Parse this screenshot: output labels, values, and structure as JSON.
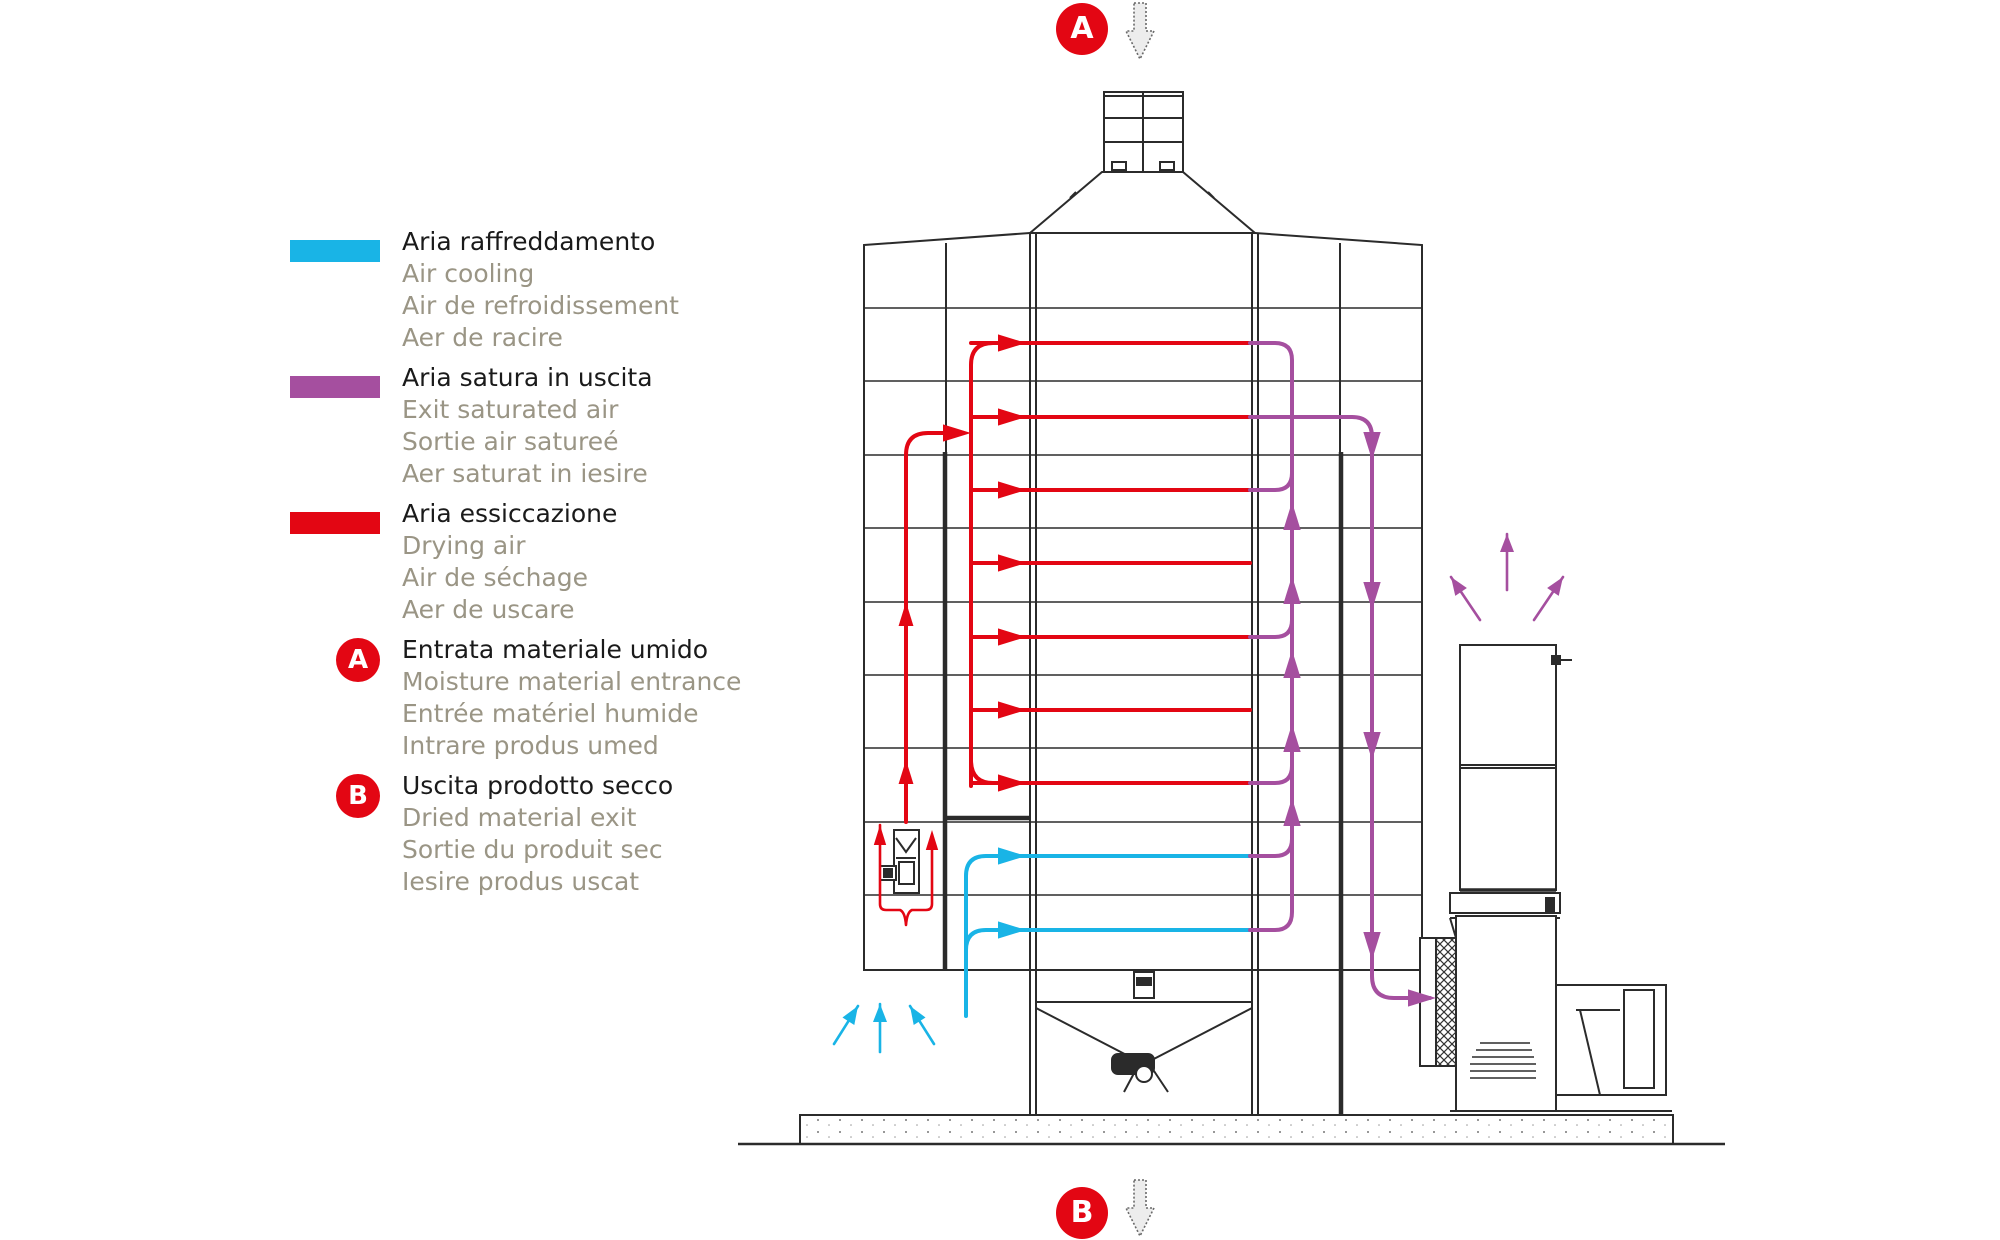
{
  "colors": {
    "cooling": "#19b4e6",
    "saturated": "#a54f9f",
    "drying": "#e30613",
    "structure": "#2b2b2b"
  },
  "markers": {
    "top_label": "A",
    "bottom_label": "B"
  },
  "legend": [
    {
      "kind": "swatch",
      "color": "#19b4e6",
      "lines": [
        "Aria raffreddamento",
        "Air cooling",
        "Air de refroidissement",
        "Aer de racire"
      ]
    },
    {
      "kind": "swatch",
      "color": "#a54f9f",
      "lines": [
        "Aria satura in uscita",
        "Exit saturated air",
        "Sortie air satureé",
        "Aer saturat in iesire"
      ]
    },
    {
      "kind": "swatch",
      "color": "#e30613",
      "lines": [
        "Aria essiccazione",
        "Drying air",
        "Air de séchage",
        "Aer de uscare"
      ]
    },
    {
      "kind": "badge",
      "badge": "A",
      "lines": [
        "Entrata materiale umido",
        "Moisture material entrance",
        "Entrée matériel humide",
        "Intrare produs umed"
      ]
    },
    {
      "kind": "badge",
      "badge": "B",
      "lines": [
        "Uscita prodotto secco",
        "Dried material exit",
        "Sortie du produit sec",
        "Iesire produs uscat"
      ]
    }
  ]
}
